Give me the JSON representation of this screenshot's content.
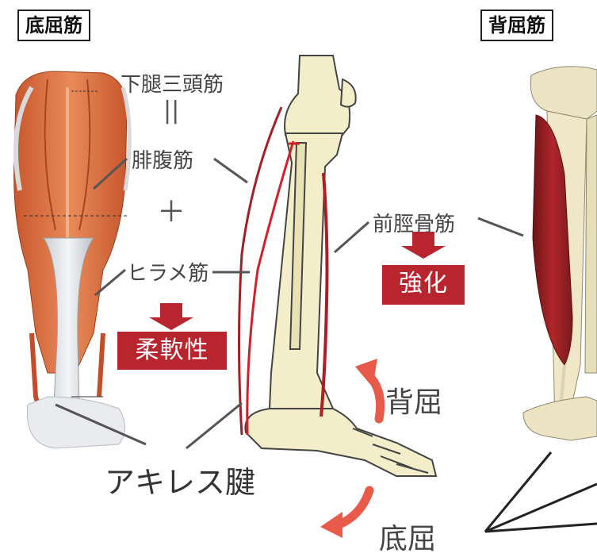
{
  "labels": {
    "plantar_flexors": "底屈筋",
    "dorsiflexors": "背屈筋",
    "triceps_surae": "下腿三頭筋",
    "equals": "||",
    "gastrocnemius": "腓腹筋",
    "plus": "＋",
    "soleus": "ヒラメ筋",
    "flexibility": "柔軟性",
    "tibialis_anterior": "前脛骨筋",
    "strengthen": "強化",
    "dorsiflexion": "背屈",
    "achilles": "アキレス腱",
    "plantarflexion": "底屈"
  },
  "colors": {
    "accent_red": "#b8252e",
    "arrow_red": "#e85a4a",
    "muscle_line": "#d2202a"
  }
}
